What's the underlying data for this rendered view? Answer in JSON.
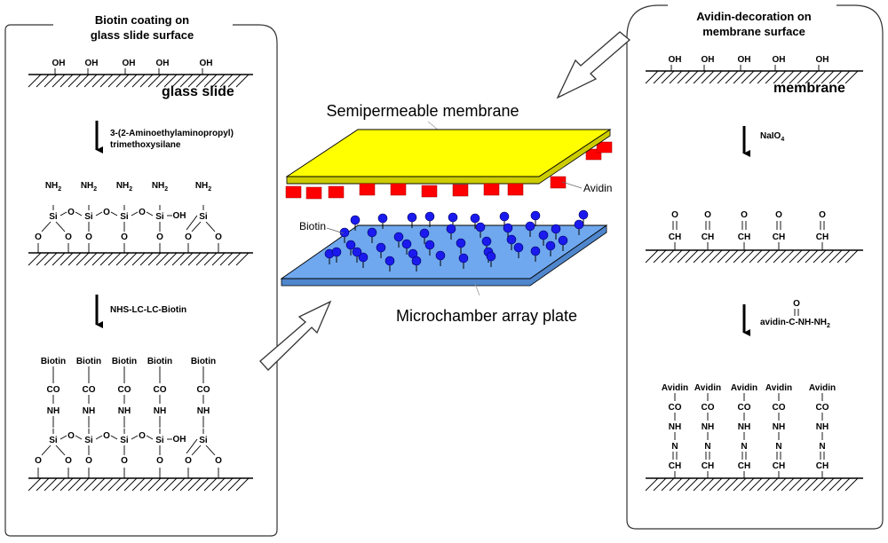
{
  "left_panel": {
    "title_line1": "Biotin coating on",
    "title_line2": "glass slide surface",
    "substrate": "glass slide",
    "oh": "OH",
    "step1_line1": "3-(2-Aminoethylaminopropyl)",
    "step1_line2": "trimethoxysilane",
    "nh2": "NH",
    "sub2": "2",
    "si": "Si",
    "o": "O",
    "step2_label": "NHS-LC-LC-Biotin",
    "biotin": "Biotin",
    "co": "CO",
    "nh": "NH"
  },
  "right_panel": {
    "title_line1": "Avidin-decoration on",
    "title_line2": "membrane surface",
    "substrate": "membrane",
    "oh": "OH",
    "reagent_main": "NaIO",
    "reagent_sub": "4",
    "o": "O",
    "ch": "CH",
    "reagent2_prefix": "avidin-",
    "reagent2_c": "C",
    "reagent2_suffix": "-NH-NH",
    "reagent2_sub": "2",
    "avidin": "Avidin",
    "co": "CO",
    "nh": "NH",
    "n": "N"
  },
  "center": {
    "membrane_label": "Semipermeable membrane",
    "plate_label": "Microchamber array plate",
    "avidin_label": "Avidin",
    "biotin_label": "Biotin",
    "colors": {
      "membrane": "#ffff00",
      "avidin": "#ff0000",
      "plate": "#6fa8ee",
      "biotin": "#1a1aee"
    }
  }
}
